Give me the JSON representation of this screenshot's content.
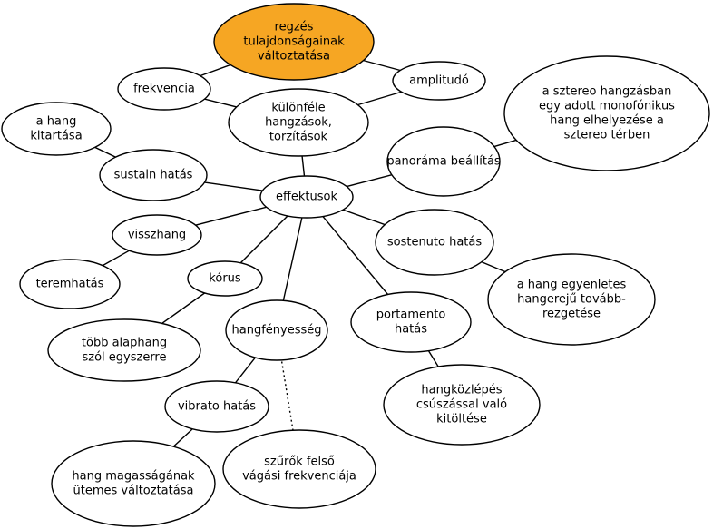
{
  "colors": {
    "highlight_fill": "#f6a623",
    "node_fill": "#ffffff",
    "stroke": "#000000"
  },
  "nodes": [
    {
      "id": "regzes",
      "lines": [
        "regzés",
        "tulajdonságainak",
        "változtatása"
      ],
      "highlight": true
    },
    {
      "id": "frekvencia",
      "lines": [
        "frekvencia"
      ]
    },
    {
      "id": "amplitudo",
      "lines": [
        "amplitudó"
      ]
    },
    {
      "id": "kulonfele",
      "lines": [
        "különféle",
        "hangzások,",
        "torzítások"
      ]
    },
    {
      "id": "hang-kitartasa",
      "lines": [
        "a hang",
        "kitartása"
      ]
    },
    {
      "id": "sustain",
      "lines": [
        "sustain hatás"
      ]
    },
    {
      "id": "effektusok",
      "lines": [
        "effektusok"
      ]
    },
    {
      "id": "panorama",
      "lines": [
        "panoráma beállítás"
      ]
    },
    {
      "id": "sztereo",
      "lines": [
        "a sztereo hangzásban",
        "egy adott monofónikus",
        "hang elhelyezése a",
        "sztereo térben"
      ]
    },
    {
      "id": "visszhang",
      "lines": [
        "visszhang"
      ]
    },
    {
      "id": "teremhatas",
      "lines": [
        "teremhatás"
      ]
    },
    {
      "id": "sostenuto",
      "lines": [
        "sostenuto hatás"
      ]
    },
    {
      "id": "egyenletes",
      "lines": [
        "a hang egyenletes",
        "hangerejű tovább-",
        "rezgetése"
      ]
    },
    {
      "id": "korus",
      "lines": [
        "kórus"
      ]
    },
    {
      "id": "tobb-alaphang",
      "lines": [
        "több alaphang",
        "szól egyszerre"
      ]
    },
    {
      "id": "hangfenyesseg",
      "lines": [
        "hangfényesség"
      ]
    },
    {
      "id": "portamento",
      "lines": [
        "portamento",
        "hatás"
      ]
    },
    {
      "id": "hangkozlepes",
      "lines": [
        "hangközlépés",
        "csúszással való",
        "kitöltése"
      ]
    },
    {
      "id": "vibrato",
      "lines": [
        "vibrato hatás"
      ]
    },
    {
      "id": "szurok",
      "lines": [
        "szűrők felső",
        "vágási frekvenciája"
      ]
    },
    {
      "id": "hang-magassag",
      "lines": [
        "hang magasságának",
        "ütemes változtatása"
      ]
    }
  ],
  "edges": [
    {
      "from": "regzes",
      "to": "frekvencia"
    },
    {
      "from": "regzes",
      "to": "amplitudo"
    },
    {
      "from": "kulonfele",
      "to": "frekvencia"
    },
    {
      "from": "kulonfele",
      "to": "amplitudo"
    },
    {
      "from": "kulonfele",
      "to": "effektusok"
    },
    {
      "from": "hang-kitartasa",
      "to": "sustain"
    },
    {
      "from": "sustain",
      "to": "effektusok"
    },
    {
      "from": "effektusok",
      "to": "panorama"
    },
    {
      "from": "panorama",
      "to": "sztereo"
    },
    {
      "from": "effektusok",
      "to": "visszhang"
    },
    {
      "from": "visszhang",
      "to": "teremhatas"
    },
    {
      "from": "effektusok",
      "to": "sostenuto"
    },
    {
      "from": "sostenuto",
      "to": "egyenletes"
    },
    {
      "from": "effektusok",
      "to": "korus"
    },
    {
      "from": "korus",
      "to": "tobb-alaphang"
    },
    {
      "from": "effektusok",
      "to": "hangfenyesseg"
    },
    {
      "from": "effektusok",
      "to": "portamento"
    },
    {
      "from": "portamento",
      "to": "hangkozlepes"
    },
    {
      "from": "hangfenyesseg",
      "to": "vibrato"
    },
    {
      "from": "hangfenyesseg",
      "to": "szurok",
      "dotted": true
    },
    {
      "from": "vibrato",
      "to": "hang-magassag"
    }
  ]
}
